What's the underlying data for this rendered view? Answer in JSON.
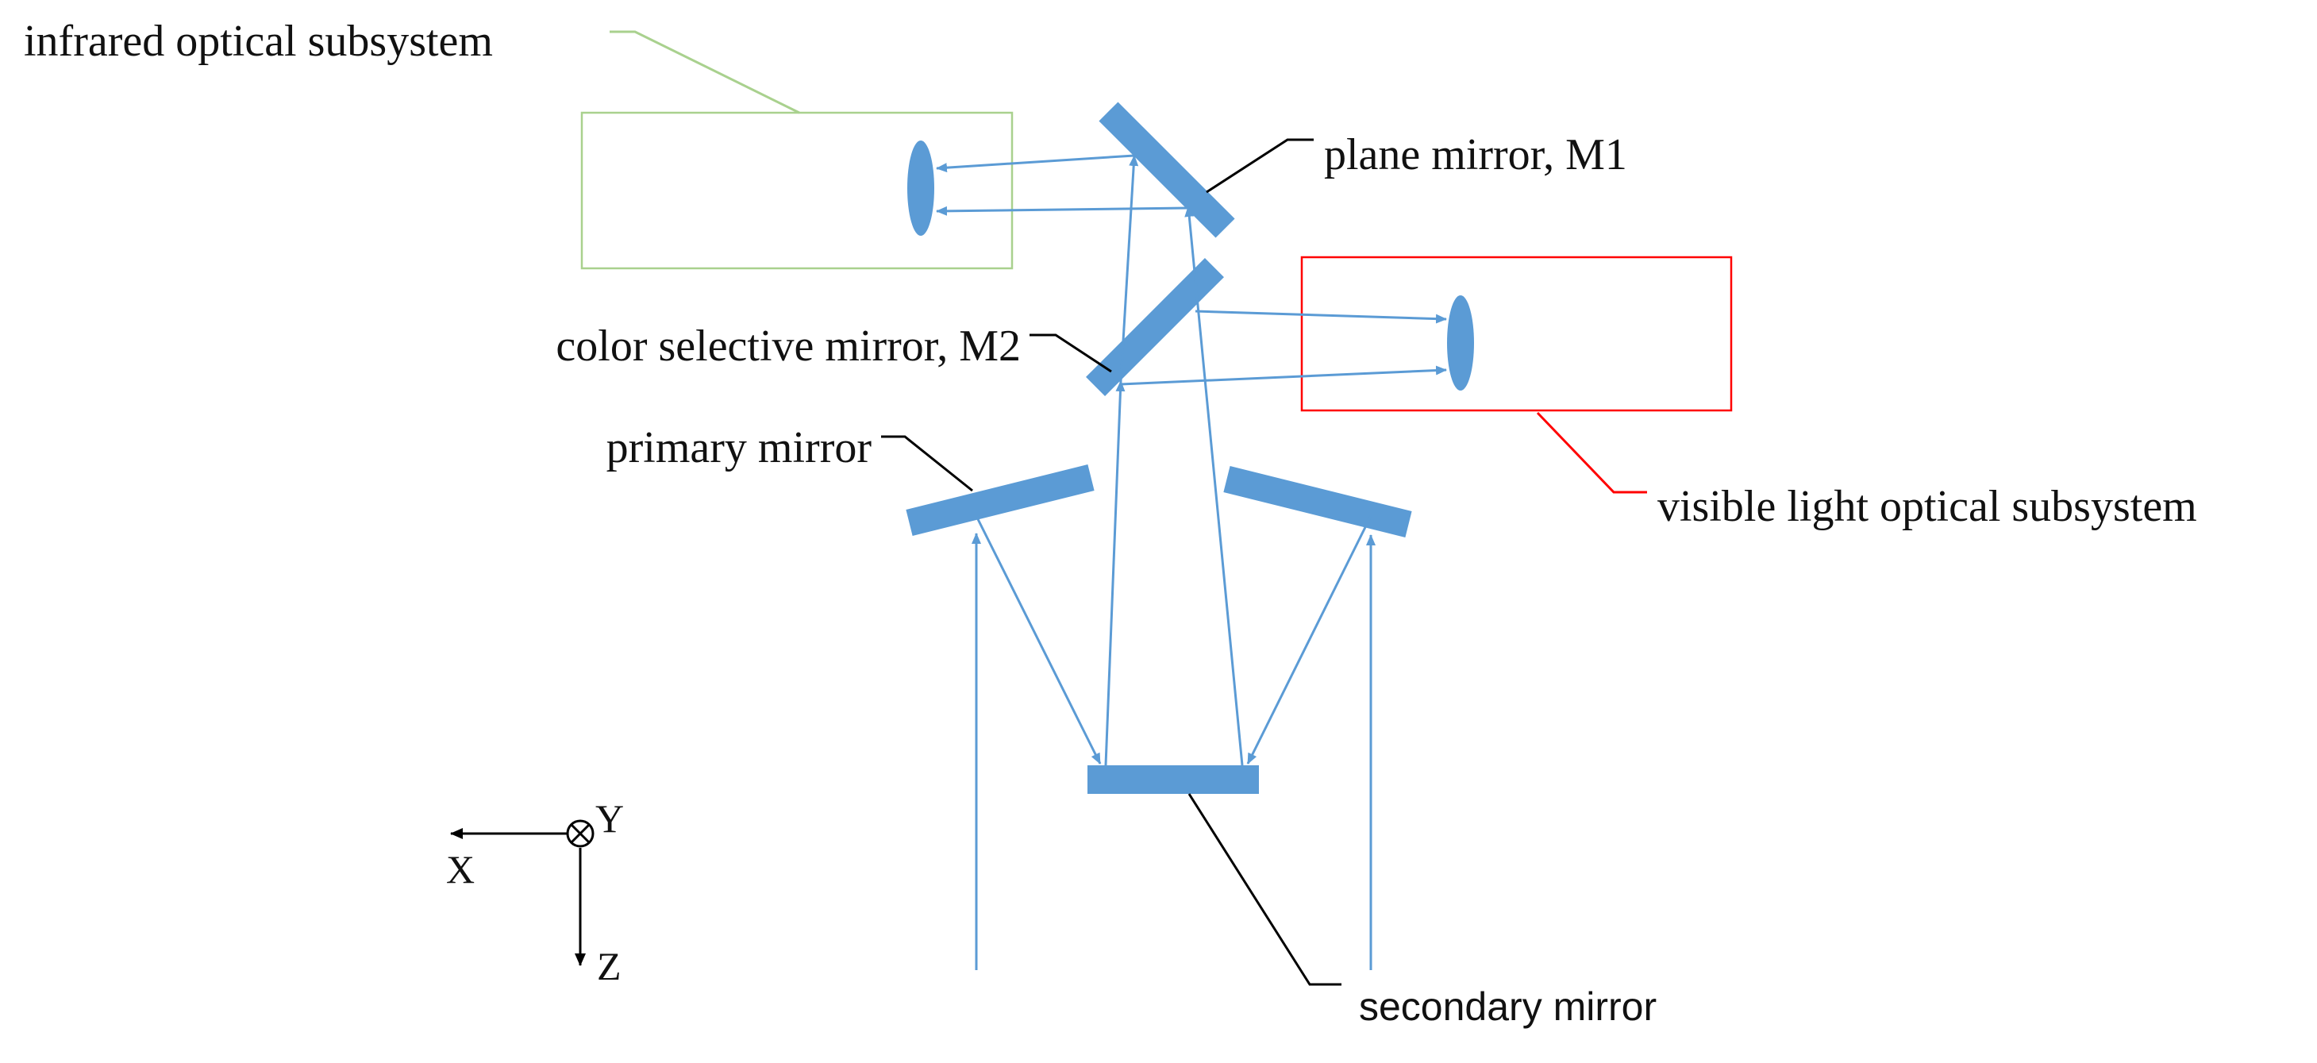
{
  "labels": {
    "infrared": "infrared optical subsystem",
    "plane_mirror": "plane mirror, M1",
    "color_selective": "color selective mirror, M2",
    "primary": "primary mirror",
    "visible": "visible light optical subsystem",
    "secondary": "secondary mirror"
  },
  "axes": {
    "x": "X",
    "y": "Y",
    "z": "Z"
  },
  "colors": {
    "mirror": "#5b9bd5",
    "ray": "#5b9bd5",
    "infrared_box": "#a9d18e",
    "visible_box": "#ff0000",
    "leader": "#000000"
  }
}
